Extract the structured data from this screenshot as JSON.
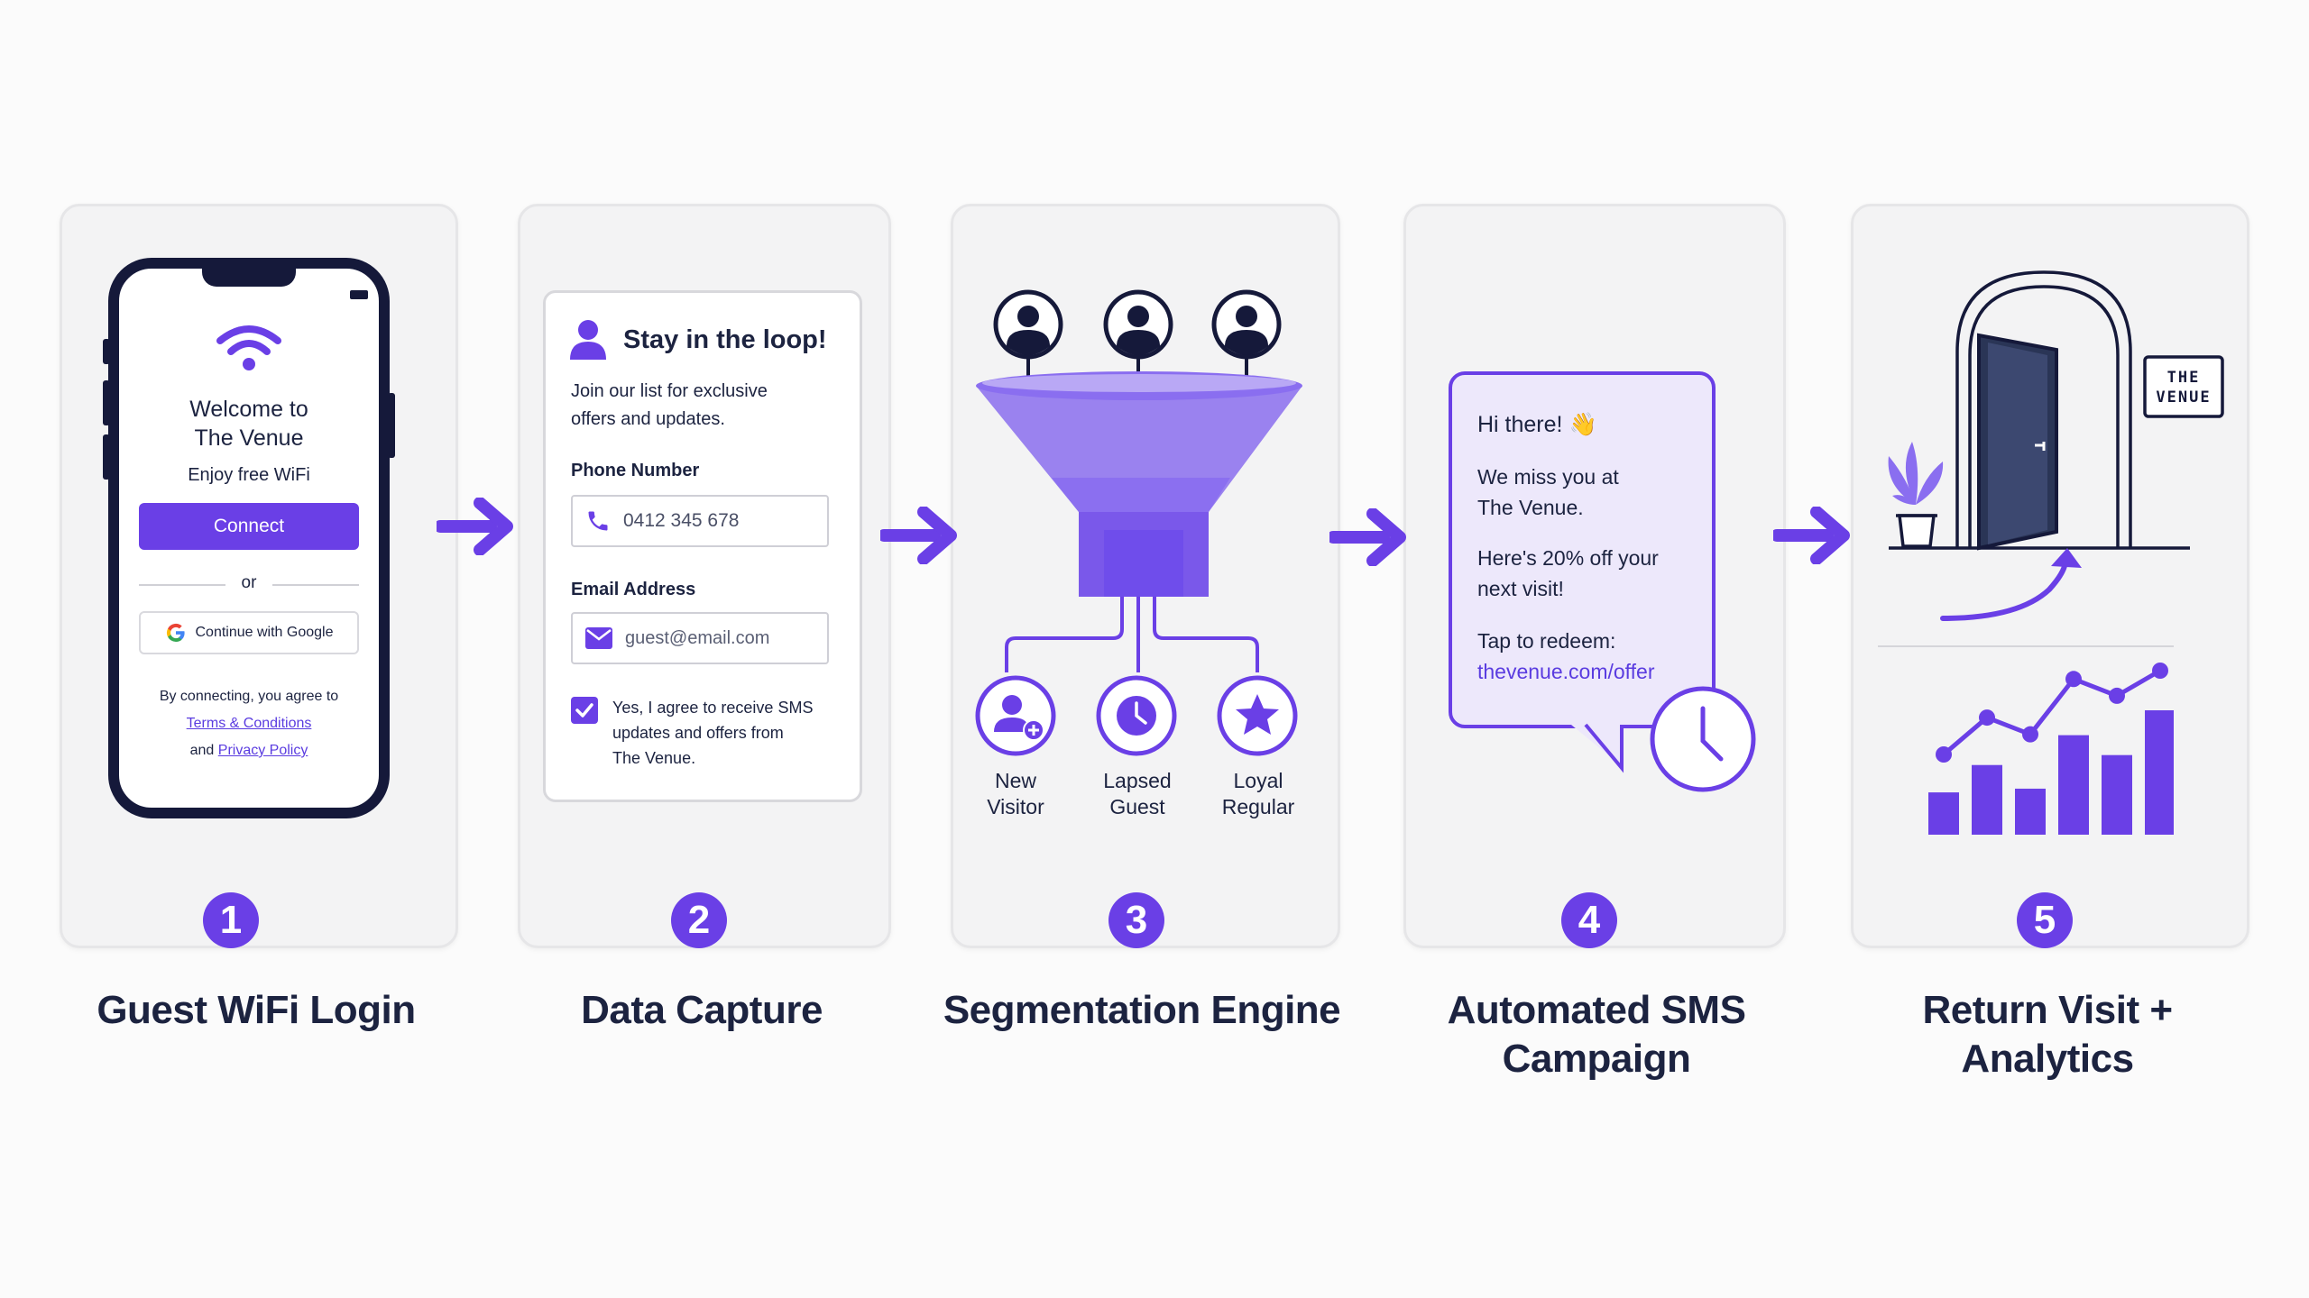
{
  "steps": [
    {
      "number": "1",
      "title": "Guest WiFi Login"
    },
    {
      "number": "2",
      "title": "Data Capture"
    },
    {
      "number": "3",
      "title": "Segmentation Engine"
    },
    {
      "number": "4",
      "title": "Automated SMS Campaign"
    },
    {
      "number": "5",
      "title": "Return Visit + Analytics"
    }
  ],
  "login": {
    "welcome_line1": "Welcome to",
    "welcome_line2": "The Venue",
    "subtitle": "Enjoy free WiFi",
    "connect_label": "Connect",
    "or_label": "or",
    "google_label": "Continue with Google",
    "legal_line1": "By connecting, you agree to",
    "terms_link": "Terms & Conditions",
    "and_label": "and",
    "privacy_link": "Privacy Policy"
  },
  "capture": {
    "heading": "Stay in the loop!",
    "intro_line1": "Join our list for exclusive",
    "intro_line2": "offers and updates.",
    "phone_label": "Phone Number",
    "phone_value": "0412 345 678",
    "email_label": "Email Address",
    "email_placeholder": "guest@email.com",
    "consent_line1": "Yes, I agree to receive SMS",
    "consent_line2": "updates and offers from",
    "consent_line3": "The Venue."
  },
  "segments": [
    {
      "line1": "New",
      "line2": "Visitor"
    },
    {
      "line1": "Lapsed",
      "line2": "Guest"
    },
    {
      "line1": "Loyal",
      "line2": "Regular"
    }
  ],
  "sms": {
    "greeting": "Hi there!",
    "greeting_emoji": "👋",
    "line1": "We miss you at",
    "line2": "The Venue.",
    "line3": "Here's 20% off your",
    "line4": "next visit!",
    "line5": "Tap to redeem:",
    "link": "thevenue.com/offer"
  },
  "venue": {
    "sign_line1": "THE",
    "sign_line2": "VENUE"
  },
  "analytics": {
    "bars": [
      0.34,
      0.56,
      0.37,
      0.8,
      0.64,
      1.0
    ],
    "line": [
      0.5,
      0.72,
      0.62,
      0.95,
      0.85,
      1.0
    ]
  },
  "colors": {
    "accent": "#6a3fe6",
    "navy": "#15193a",
    "card_bg": "#f3f3f4"
  }
}
